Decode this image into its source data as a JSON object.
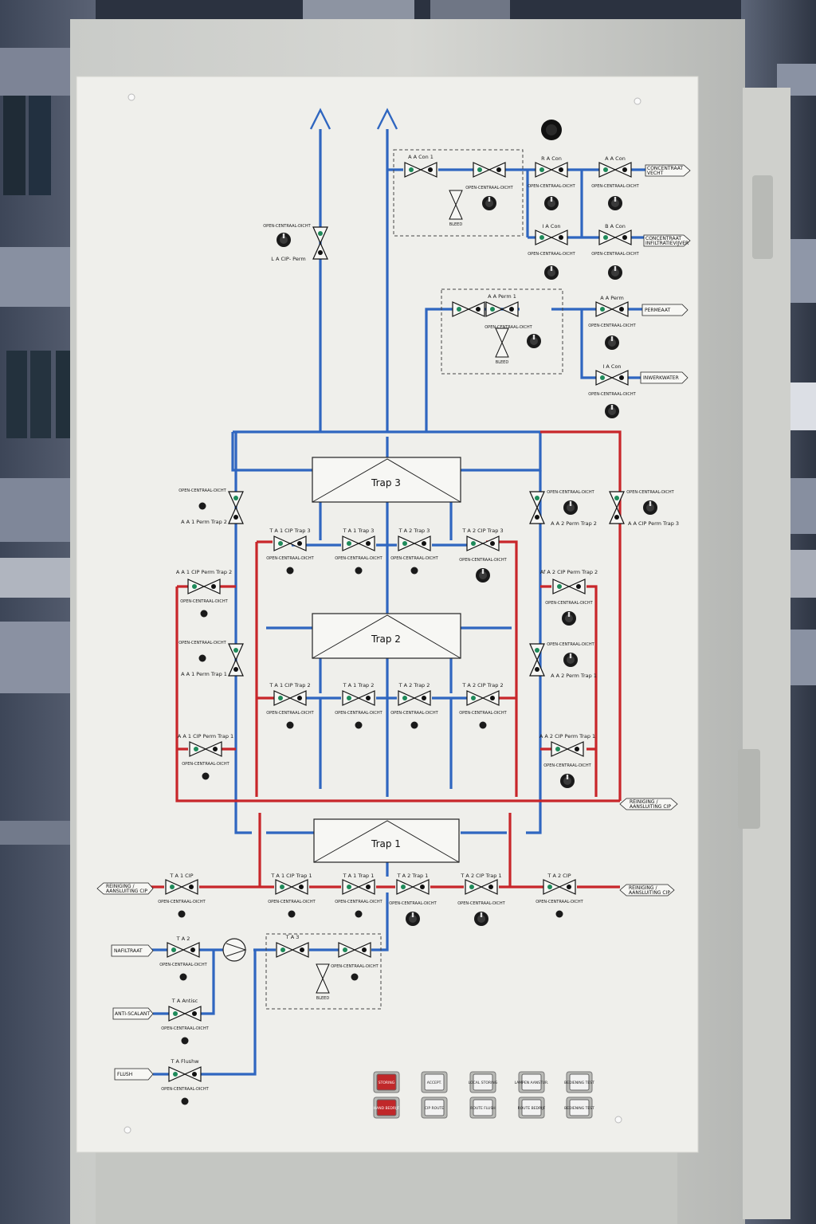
{
  "traps": [
    {
      "id": "trap3",
      "label": "Trap 3"
    },
    {
      "id": "trap2",
      "label": "Trap 2"
    },
    {
      "id": "trap1",
      "label": "Trap 1"
    }
  ],
  "tags": {
    "concentraat_vecht": [
      "CONCENTRAAT",
      "VECHT"
    ],
    "concentraat_infiltratievijver": [
      "CONCENTRAAT",
      "INFILTRATIEVIJVER"
    ],
    "permeaat": "PERMEAAT",
    "inwerkwater": "INWERKWATER",
    "reiniging_right_mid": [
      "REINIGING /",
      "AANSLUITING CIP"
    ],
    "reiniging_right_low": [
      "REINIGING /",
      "AANSLUITING CIP"
    ],
    "reiniging_left": [
      "REINIGING /",
      "AANSLUITING CIP"
    ],
    "nafiltraat": "NAFILTRAAT",
    "anti_scalant": "ANTI-SCALANT",
    "flush": "FLUSH"
  },
  "ocd": "OPEN-CENTRAAL-DICHT",
  "bleed": "BLEED",
  "valves": {
    "aa_con1": "A A Con 1",
    "ra_con": "R A Con",
    "aa_con": "A A Con",
    "ia_con": "I A Con",
    "ba_con": "B A Con",
    "la_cip_perm": "L A CIP- Perm",
    "aa_perm1": "A A Perm 1",
    "aa_perm": "A A Perm",
    "ia_con2": "I A Con",
    "aa1_perm_trap2": "A A 1 Perm Trap 2",
    "aa2_perm_trap2": "A A 2 Perm Trap 2",
    "aa_cip_perm_trap3": "A A CIP Perm Trap 3",
    "ta1_cip_trap3": "T A 1 CIP Trap 3",
    "ta1_trap3": "T A 1 Trap 3",
    "ta2_trap3": "T A 2 Trap 3",
    "ta2_cip_trap3": "T A 2 CIP Trap 3",
    "aa1_cip_perm_trap2": "A A 1 CIP Perm Trap 2",
    "aa2_cip_perm_trap2": "Af A 2 CIP Perm Trap 2",
    "aa1_perm_trap1": "A A 1 Perm Trap 1",
    "aa2_perm_trap1": "A A 2 Perm Trap 1",
    "ta1_cip_trap2": "T A 1 CIP Trap 2",
    "ta1_trap2": "T A 1 Trap 2",
    "ta2_trap2": "T A 2 Trap 2",
    "ta2_cip_trap2": "T A 2 CIP Trap 2",
    "aa1_cip_perm_trap1": "A A 1 CIP Perm Trap 1",
    "aa2_cip_perm_trap1": "A A 2 CIP Perm Trap 1",
    "ta1_cip": "T A 1 CIP",
    "ta1_cip_trap1": "T A 1 CIP Trap 1",
    "ta1_trap1": "T A 1 Trap 1",
    "ta2_trap1": "T A 2 Trap 1",
    "ta2_cip_trap1": "T A 2 CIP Trap 1",
    "ta2_cip": "T A 2 CIP",
    "ta2": "T A 2",
    "ta3": "T A 3",
    "ta_antisc": "T A Antisc",
    "ta_flushw": "T A Flushw"
  },
  "buttons": [
    {
      "label": "STORING",
      "color": "#c0282a"
    },
    {
      "label": "ACCEPT.",
      "color": "#f2f2f2"
    },
    {
      "label": "LOCAL STORING",
      "color": "#f2f2f2"
    },
    {
      "label": "LAMPEN AANSTUR.",
      "color": "#f2f2f2"
    },
    {
      "label": "BEDIENING TEST",
      "color": "#f2f2f2"
    },
    {
      "label": "HAND BEDRIJF",
      "color": "#c0282a"
    },
    {
      "label": "CIP ROUTE",
      "color": "#f2f2f2"
    },
    {
      "label": "ROUTE FLUSH",
      "color": "#f2f2f2"
    },
    {
      "label": "ROUTE BEDRIJF",
      "color": "#f2f2f2"
    },
    {
      "label": "BEDIENING TEST",
      "color": "#f2f2f2"
    }
  ],
  "colors": {
    "process": "#2f66c0",
    "cip": "#c8262a",
    "panel": "#efefeb"
  }
}
